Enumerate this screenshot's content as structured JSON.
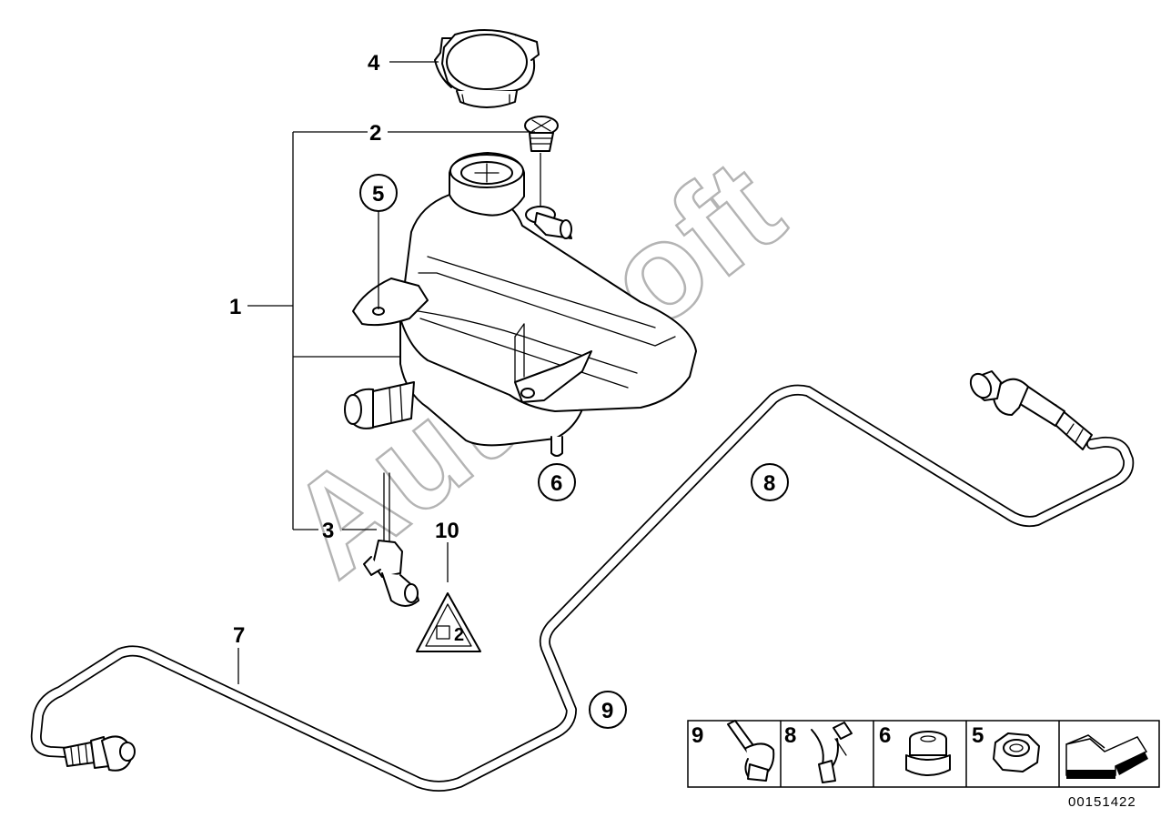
{
  "callouts": {
    "c1": "1",
    "c2": "2",
    "c3": "3",
    "c4": "4",
    "c5": "5",
    "c6": "6",
    "c7": "7",
    "c8": "8",
    "c9": "9",
    "c10": "10"
  },
  "warning_symbol_text": "2",
  "watermark": "AutoSoft",
  "legend": [
    {
      "num": "9",
      "icon": "hose-clamp-icon"
    },
    {
      "num": "8",
      "icon": "cable-clip-icon"
    },
    {
      "num": "6",
      "icon": "rubber-grommet-icon"
    },
    {
      "num": "5",
      "icon": "hex-nut-icon"
    },
    {
      "num": "",
      "icon": "direction-arrow-icon"
    }
  ],
  "diagram_ref": "00151422"
}
